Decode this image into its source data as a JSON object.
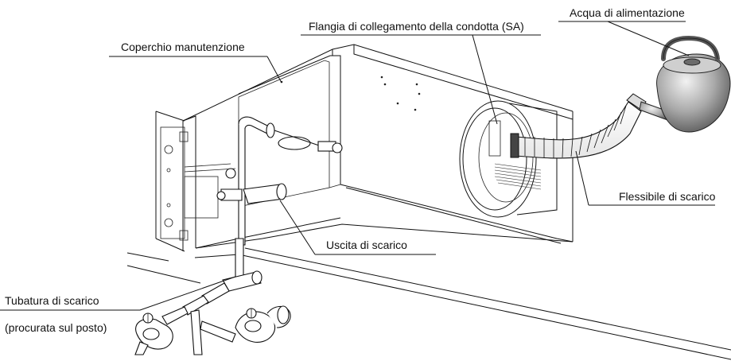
{
  "labels": {
    "cover": "Coperchio manutenzione",
    "flange": "Flangia di collegamento della condotta (SA)",
    "water": "Acqua di alimentazione",
    "hose": "Flessibile di scarico",
    "outlet": "Uscita di scarico",
    "pipe_line1": "Tubatura di scarico",
    "pipe_line2": "(procurata sul posto)"
  }
}
